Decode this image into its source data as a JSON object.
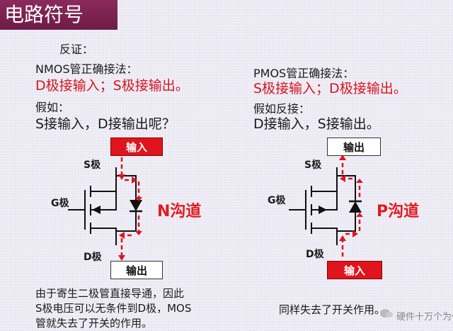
{
  "title": "电路符号",
  "left": {
    "heading": "反证：",
    "line1": "NMOS管正确接法：",
    "line2": "D极接输入；S极接输出。",
    "line3": "假如：",
    "line4": "S接输入，D接输出呢？",
    "top_box": "输入",
    "bottom_box": "输出",
    "s_label": "S极",
    "g_label": "G极",
    "d_label": "D极",
    "channel": "N沟道",
    "note1": "由于寄生二极管直接导通，因此",
    "note2": "S极电压可以无条件到D极，MOS",
    "note3": "管就失去了开关的作用。"
  },
  "right": {
    "line1": "PMOS管正确接法：",
    "line2": "S极接输入；D极接输出。",
    "line3": "假如反接：",
    "line4": "D接输入，S接输出。",
    "top_box": "输出",
    "bottom_box": "输入",
    "s_label": "S极",
    "g_label": "G极",
    "d_label": "D极",
    "channel": "P沟道",
    "note1": "同样失去了开关作用。"
  },
  "watermark": "硬件十万个为什么",
  "colors": {
    "accent": "#d8141e",
    "title_bg": "#7a2250",
    "background": "#efeef6"
  }
}
